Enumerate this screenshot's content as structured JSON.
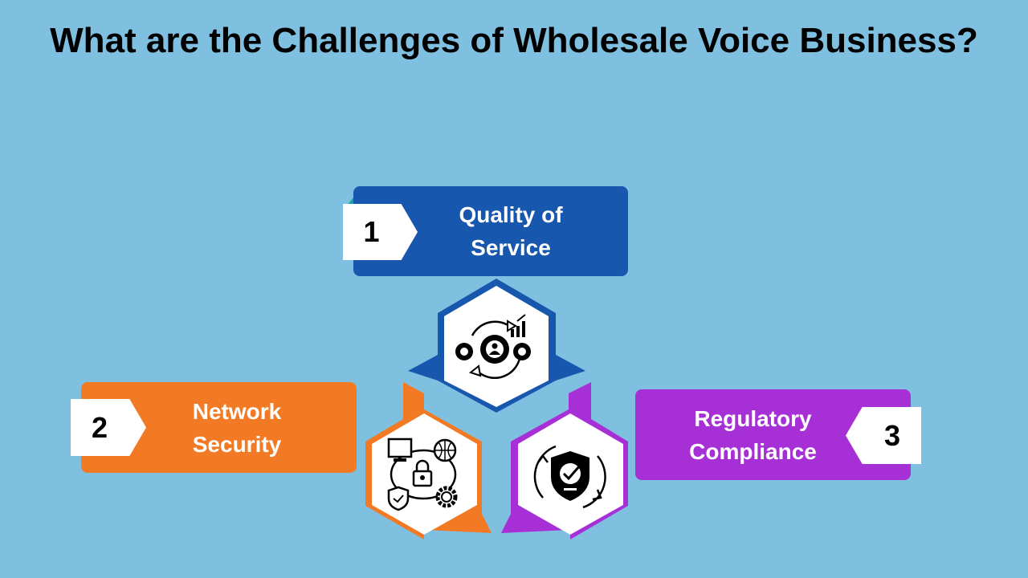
{
  "title": "What are the Challenges of Wholesale Voice Business?",
  "colors": {
    "background": "#7fc0e1",
    "step1": "#1757ad",
    "step2": "#f37a24",
    "step3": "#a72fd6"
  },
  "steps": [
    {
      "number": "1",
      "label": "Quality of\nService",
      "icon": "gears-user-growth-icon"
    },
    {
      "number": "2",
      "label": "Network\nSecurity",
      "icon": "network-lock-security-icon"
    },
    {
      "number": "3",
      "label": "Regulatory\nCompliance",
      "icon": "shield-check-cycle-icon"
    }
  ]
}
